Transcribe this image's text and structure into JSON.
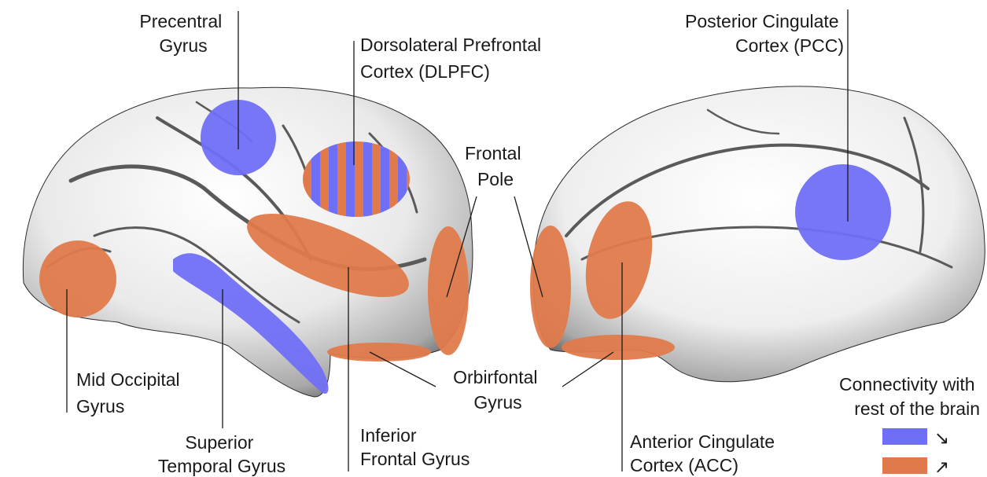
{
  "labels": {
    "precentral": [
      "Precentral",
      "Gyrus"
    ],
    "dlpfc": [
      "Dorsolateral Prefrontal",
      "Cortex (DLPFC)"
    ],
    "frontal_pole": [
      "Frontal",
      "Pole"
    ],
    "mid_occipital": [
      "Mid Occipital",
      "Gyrus"
    ],
    "superior_temporal": [
      "Superior",
      "Temporal Gyrus"
    ],
    "inferior_frontal": [
      "Inferior",
      "Frontal Gyrus"
    ],
    "orbitofrontal": [
      "Orbirfontal",
      "Gyrus"
    ],
    "pcc": [
      "Posterior Cingulate",
      "Cortex (PCC)"
    ],
    "acc": [
      "Anterior Cingulate",
      "Cortex (ACC)"
    ]
  },
  "legend": {
    "title": [
      "Connectivity with",
      "rest of the brain"
    ],
    "items": [
      {
        "symbol": "↘",
        "color": "#6f6ff5"
      },
      {
        "symbol": "↗",
        "color": "#e07a4a"
      }
    ]
  },
  "colors": {
    "decreased": "#6f6ff5",
    "increased": "#e07a4a"
  }
}
